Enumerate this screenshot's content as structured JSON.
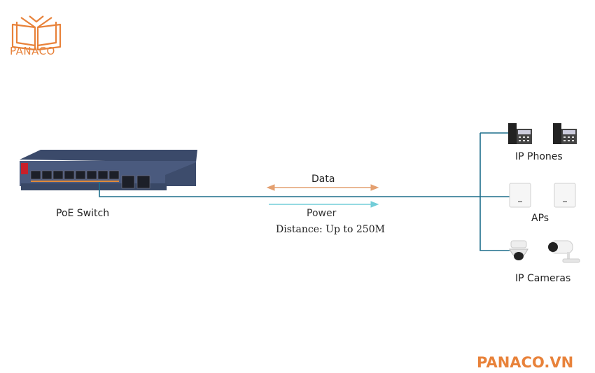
{
  "brand": {
    "name": "PANACO",
    "url": "PANACO.VN",
    "accent": "#e8823a"
  },
  "switch": {
    "label": "PoE Switch"
  },
  "links": {
    "data_label": "Data",
    "power_label": "Power",
    "distance_label": "Distance: Up to 250M",
    "data_color": "#e4a070",
    "power_color": "#72cdd8",
    "cable_color": "#1d6e8c"
  },
  "devices": {
    "phones_label": "IP Phones",
    "aps_label": "APs",
    "cameras_label": "IP Cameras"
  },
  "icons": [
    "panaco-book-logo",
    "poe-switch-icon",
    "ip-phone-icon",
    "access-point-icon",
    "dome-camera-icon",
    "bullet-camera-icon"
  ]
}
